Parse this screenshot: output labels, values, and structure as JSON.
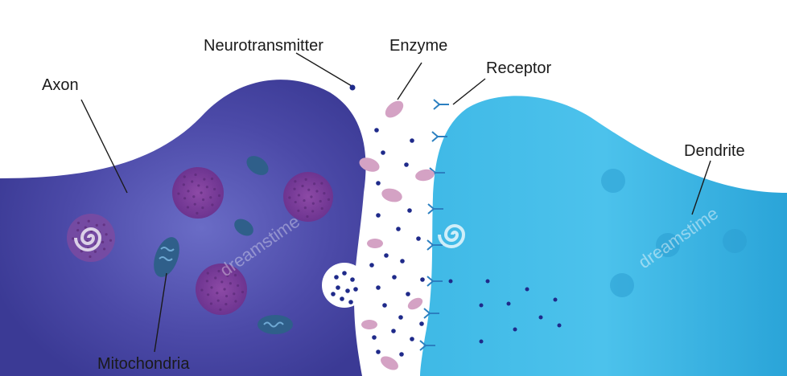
{
  "labels": {
    "axon": "Axon",
    "neurotransmitter": "Neurotransmitter",
    "enzyme": "Enzyme",
    "receptor": "Receptor",
    "dendrite": "Dendrite",
    "mitochondria": "Mitochondria"
  },
  "watermark": "dreamstime",
  "colors": {
    "axon": "#4a49a6",
    "dendrite": "#37b2e2",
    "vesicle": "#7e3f97",
    "mitochondria": "#2f5f8a",
    "neurotransmitter": "#1f2a8a",
    "enzyme": "#d4a2c4",
    "receptor": "#2b7fc0"
  }
}
